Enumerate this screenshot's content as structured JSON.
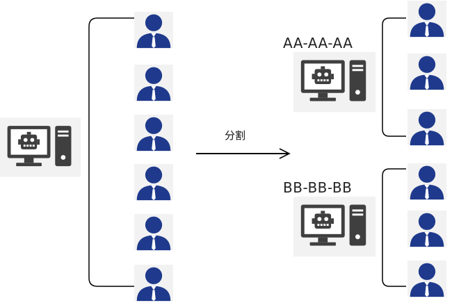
{
  "labels": {
    "group_a": "AA-AA-AA",
    "group_b": "BB-BB-BB",
    "split": "分割"
  },
  "icons": {
    "computer": "robot-computer-icon",
    "user": "user-icon"
  },
  "colors": {
    "icon_bg": "#f2f2f2",
    "icon_dark": "#3f3f3f",
    "user_blue": "#1f3a8c",
    "line": "#000000"
  }
}
